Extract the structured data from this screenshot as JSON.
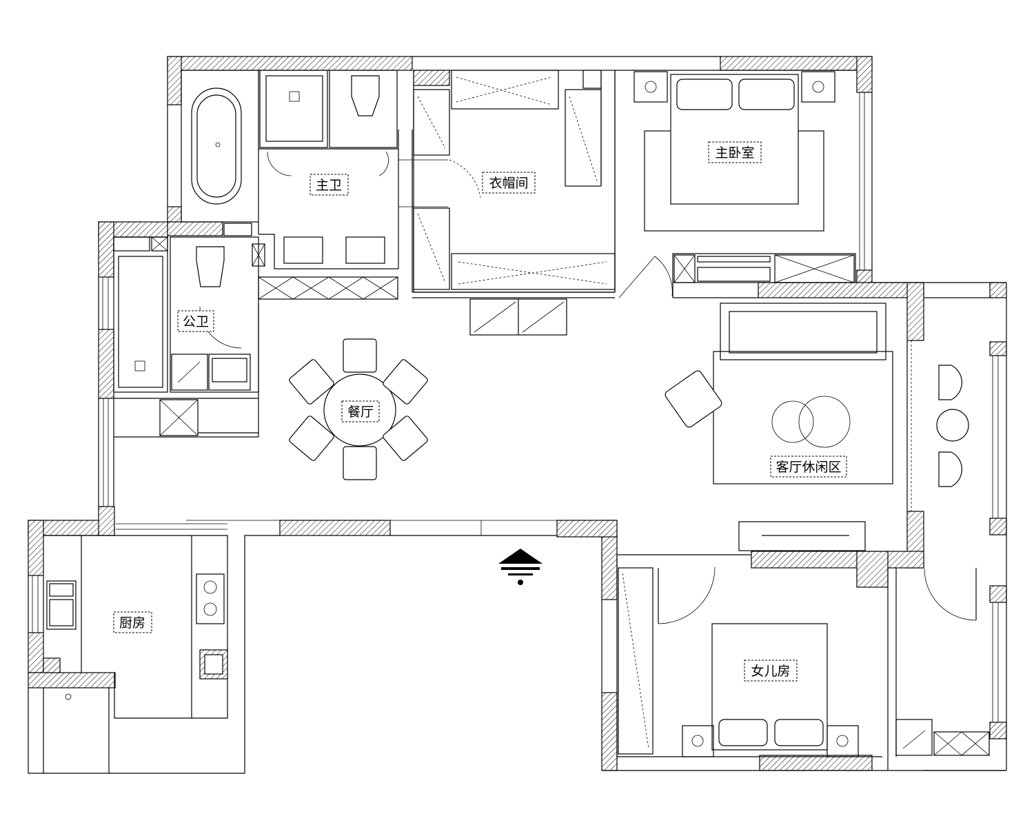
{
  "rooms": {
    "master_bath": "主卫",
    "cloakroom": "衣帽间",
    "master_bedroom": "主卧室",
    "public_bath": "公卫",
    "dining": "餐厅",
    "living_leisure": "客厅休闲区",
    "kitchen": "厨房",
    "daughter_room": "女儿房"
  },
  "symbols": {
    "entrance": "entrance-arrow-icon"
  }
}
